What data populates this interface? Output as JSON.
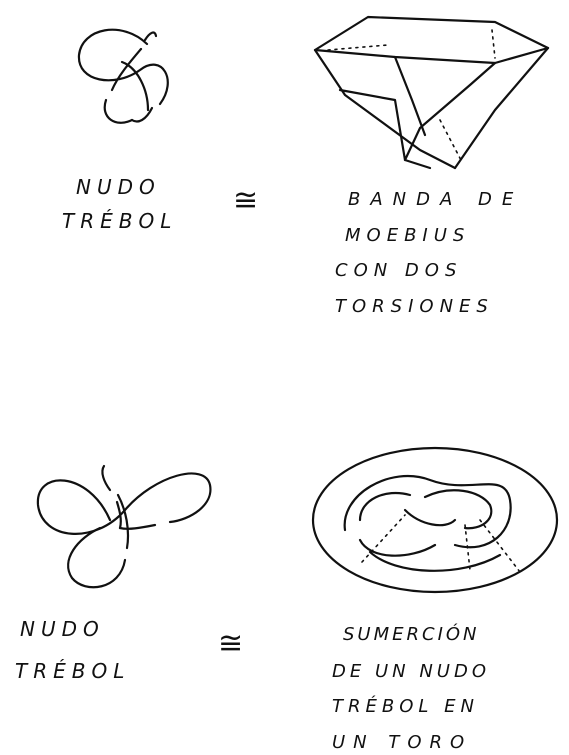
{
  "top_row": {
    "left_label": [
      "NUDO",
      "TRÉBOL"
    ],
    "relation": "≅",
    "right_label": [
      "BANDA DE",
      "MOEBIUS",
      "CON DOS",
      "TORSIONES"
    ]
  },
  "bottom_row": {
    "left_label": [
      "NUDO",
      "TRÉBOL"
    ],
    "relation": "≅",
    "right_label": [
      "SUMERCIÓN",
      "DE UN NUDO",
      "TRÉBOL EN",
      "UN TORO"
    ]
  }
}
